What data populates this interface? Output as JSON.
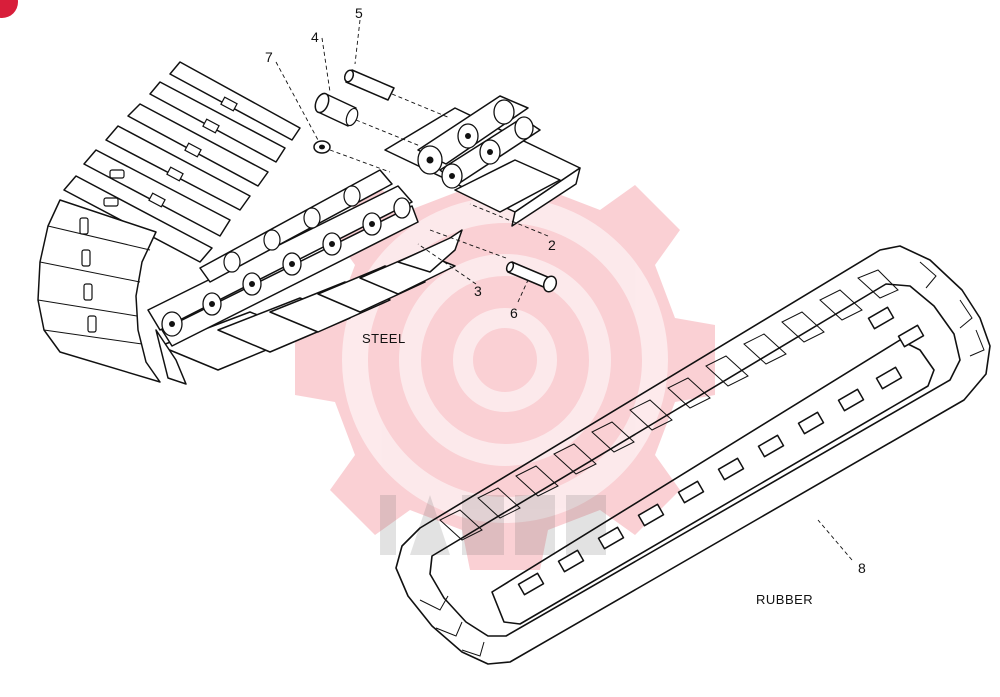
{
  "callouts": {
    "c2": "2",
    "c3": "3",
    "c4": "4",
    "c5": "5",
    "c6": "6",
    "c7": "7",
    "c8": "8"
  },
  "labels": {
    "steel": "STEEL",
    "rubber": "RUBBER"
  },
  "colors": {
    "watermark": "#e8283a",
    "line": "#111111",
    "corner_badge": "#d81e3a"
  }
}
